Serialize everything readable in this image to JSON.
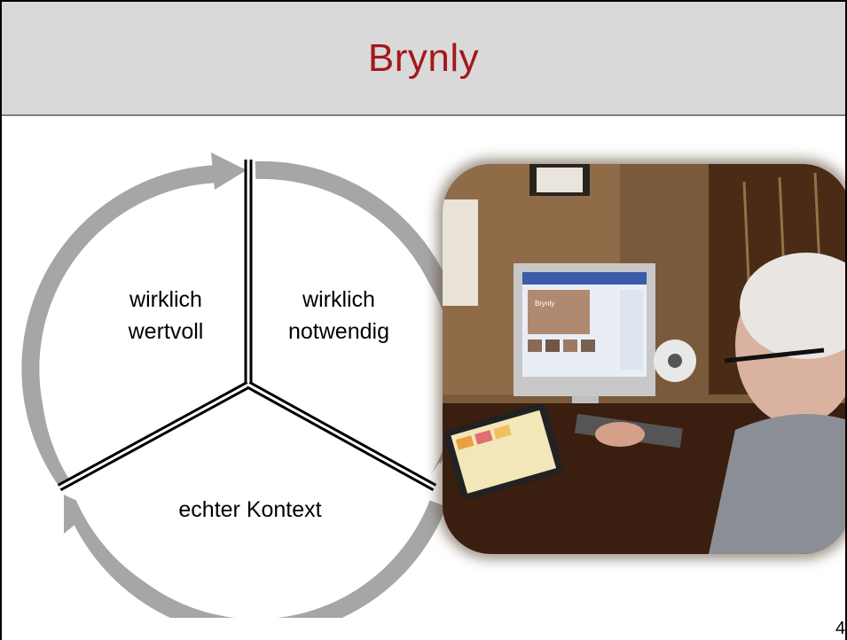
{
  "slide": {
    "title": "Brynly",
    "page_number": "4"
  },
  "diagram": {
    "segments": [
      {
        "line1": "wirklich",
        "line2": "wertvoll"
      },
      {
        "line1": "wirklich",
        "line2": "notwendig"
      },
      {
        "line1": "echter Kontext",
        "line2": ""
      }
    ]
  },
  "photo": {
    "screen_text": "Brynly"
  },
  "colors": {
    "title": "#a6171c",
    "title_bar": "#d9d9d9",
    "arrow": "#a6a6a6"
  }
}
